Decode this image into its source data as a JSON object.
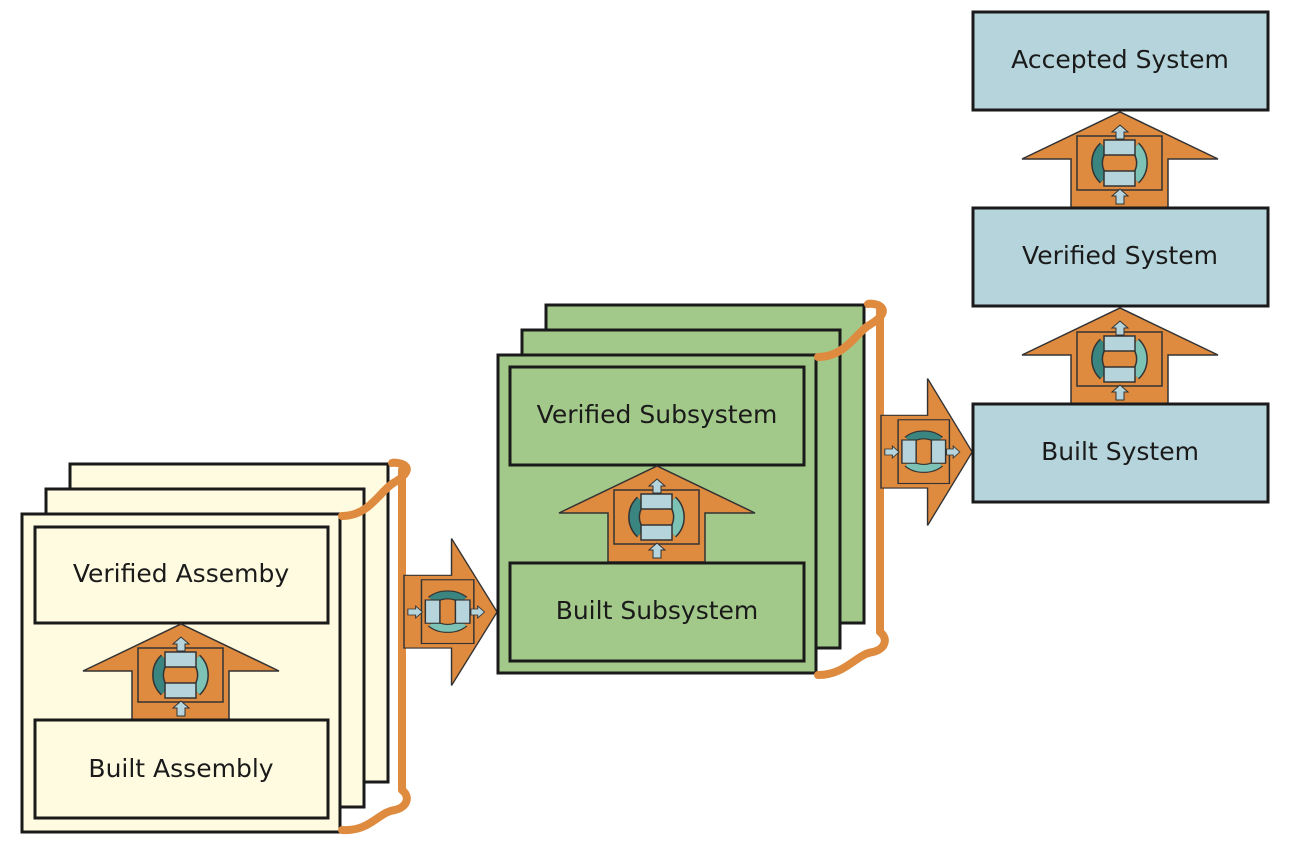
{
  "colors": {
    "assembly": "#fffbe0",
    "subsystem": "#a2c98a",
    "system": "#b5d4db",
    "arrow": "#de8a3f",
    "cycle_dark": "#3b8580",
    "cycle_light": "#7cc2b5",
    "cycle_box": "#b5d4db"
  },
  "icons": [
    "verify-cycle-up-arrow-icon",
    "verify-cycle-right-arrow-icon"
  ],
  "assembly": {
    "verified": "Verified Assemby",
    "built": "Built Assembly"
  },
  "subsystem": {
    "verified": "Verified Subsystem",
    "built": "Built Subsystem"
  },
  "system": {
    "accepted": "Accepted System",
    "verified": "Verified System",
    "built": "Built System"
  }
}
